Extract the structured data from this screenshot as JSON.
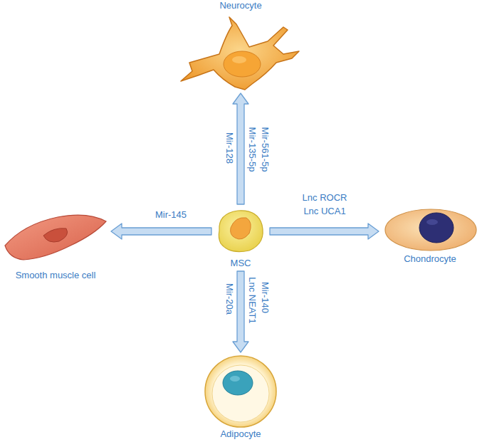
{
  "diagram": {
    "nodes": [
      {
        "text": [
          "Neurocyte"
        ]
      },
      {
        "text": [
          "Smooth muscle cell"
        ]
      },
      {
        "text": [
          "MSC"
        ]
      },
      {
        "text": [
          "Chondrocyte"
        ]
      },
      {
        "text": [
          "Adipocyte"
        ]
      }
    ],
    "edges": [
      {
        "from": 2,
        "to": 0,
        "arrow": "to",
        "label": "Mir-128"
      },
      {
        "from": 2,
        "to": 1,
        "arrow": "to",
        "label": "Mir-145"
      },
      {
        "from": 2,
        "to": 3,
        "arrow": "to",
        "label": "Lnc ROCR"
      },
      {
        "from": 2,
        "to": 4,
        "arrow": "to",
        "label": "Mir-20a"
      }
    ],
    "labels": [
      "Mir-561-5p",
      "Mir-135-5p",
      "Lnc UCA1",
      "Mir-140",
      "Lnc NEAT1"
    ]
  }
}
